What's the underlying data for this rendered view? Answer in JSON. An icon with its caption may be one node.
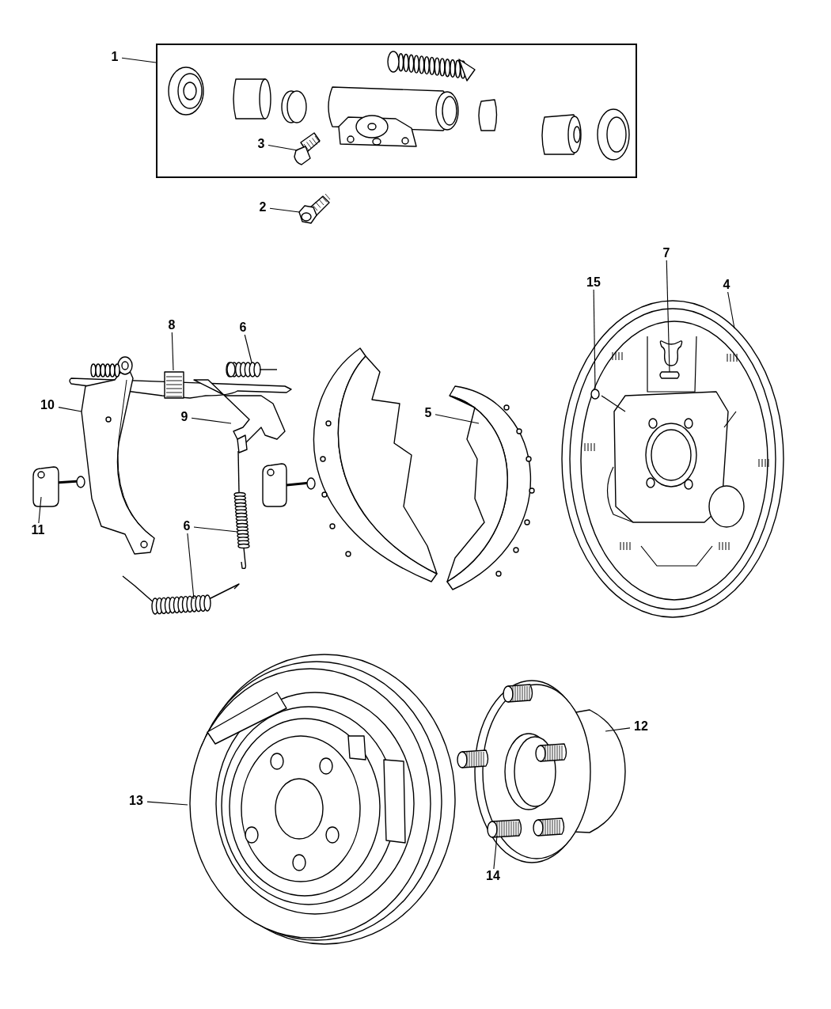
{
  "diagram": {
    "nodes": [
      {
        "text": [
          "1"
        ]
      },
      {
        "text": [],
        "shape": "box"
      },
      {
        "text": [
          "3"
        ],
        "in": 1
      },
      {
        "text": [],
        "shape": "picture",
        "in": 1
      },
      {
        "text": [
          "2"
        ]
      },
      {
        "text": [],
        "shape": "picture"
      },
      {
        "text": [
          "10"
        ]
      },
      {
        "text": [],
        "shape": "picture"
      },
      {
        "text": [
          "8"
        ]
      },
      {
        "text": [],
        "shape": "picture"
      },
      {
        "text": [
          "6"
        ]
      },
      {
        "text": [],
        "shape": "picture"
      },
      {
        "text": [
          "9"
        ]
      },
      {
        "text": [],
        "shape": "picture"
      },
      {
        "text": [
          "11"
        ]
      },
      {
        "text": [],
        "shape": "picture"
      },
      {
        "text": [
          "6"
        ]
      },
      {
        "text": [],
        "shape": "picture"
      },
      {
        "text": [],
        "shape": "picture"
      },
      {
        "text": [
          "5"
        ]
      },
      {
        "text": [],
        "shape": "picture"
      },
      {
        "text": [
          "15"
        ]
      },
      {
        "text": [
          "7"
        ]
      },
      {
        "text": [
          "4"
        ]
      },
      {
        "text": [],
        "shape": "picture"
      },
      {
        "text": [],
        "shape": "circle",
        "in": 24
      },
      {
        "text": [],
        "shape": "picture",
        "in": 24
      },
      {
        "text": [
          "13"
        ]
      },
      {
        "text": [],
        "shape": "picture"
      },
      {
        "text": [
          "12"
        ]
      },
      {
        "text": [],
        "shape": "picture"
      },
      {
        "text": [
          "14"
        ]
      },
      {
        "text": [],
        "shape": "picture",
        "in": 30
      }
    ],
    "edges": [
      {
        "from": 0,
        "to": 1,
        "arrow": "none"
      },
      {
        "from": 2,
        "to": 3,
        "arrow": "none"
      },
      {
        "from": 4,
        "to": 5,
        "arrow": "none"
      },
      {
        "from": 6,
        "to": 7,
        "arrow": "none"
      },
      {
        "from": 8,
        "to": 9,
        "arrow": "none"
      },
      {
        "from": 10,
        "to": 11,
        "arrow": "none"
      },
      {
        "from": 12,
        "to": 13,
        "arrow": "none"
      },
      {
        "from": 14,
        "to": 15,
        "arrow": "none"
      },
      {
        "from": 16,
        "to": 17,
        "arrow": "none"
      },
      {
        "from": 16,
        "to": 18,
        "arrow": "none"
      },
      {
        "from": 19,
        "to": 20,
        "arrow": "none"
      },
      {
        "from": 21,
        "to": 25,
        "arrow": "none"
      },
      {
        "from": 22,
        "to": 26,
        "arrow": "none"
      },
      {
        "from": 23,
        "to": 24,
        "arrow": "none"
      },
      {
        "from": 27,
        "to": 28,
        "arrow": "none"
      },
      {
        "from": 29,
        "to": 30,
        "arrow": "none"
      },
      {
        "from": 31,
        "to": 32,
        "arrow": "none"
      }
    ]
  }
}
